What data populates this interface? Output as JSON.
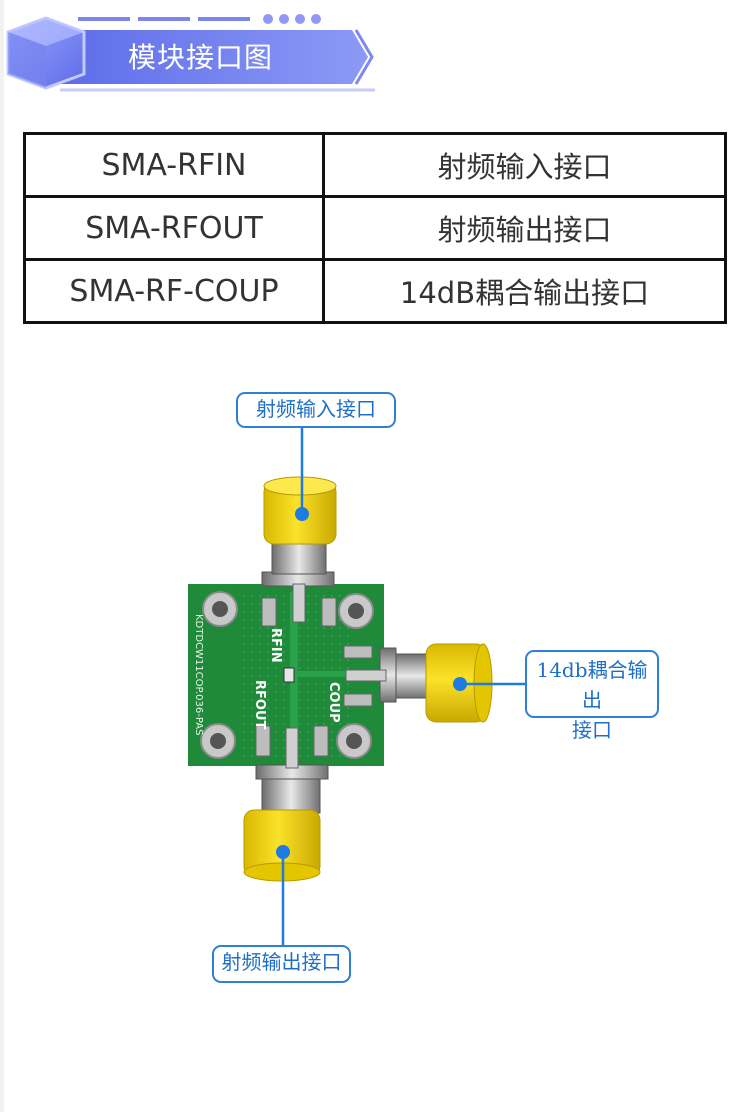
{
  "header": {
    "title": "模块接口图"
  },
  "table": {
    "rows": [
      {
        "port": "SMA-RFIN",
        "desc": "射频输入接口"
      },
      {
        "port": "SMA-RFOUT",
        "desc": "射频输出接口"
      },
      {
        "port": "SMA-RF-COUP",
        "desc": "14dB耦合输出接口"
      }
    ]
  },
  "diagram": {
    "callout_in": "射频输入接口",
    "callout_coup_line1": "14db耦合输出",
    "callout_coup_line2": "接口",
    "callout_out": "射频输出接口",
    "pcb_label_rfin": "RFIN",
    "pcb_label_rfout": "RFOUT",
    "pcb_label_coup": "COUP",
    "pcb_part_number": "KDTDCW11COP.036-PAS"
  },
  "colors": {
    "banner": "#6f7ff0",
    "callout_border": "#2f7fd6",
    "pcb_green": "#1f8a3a",
    "connector_yellow": "#f2d400"
  }
}
